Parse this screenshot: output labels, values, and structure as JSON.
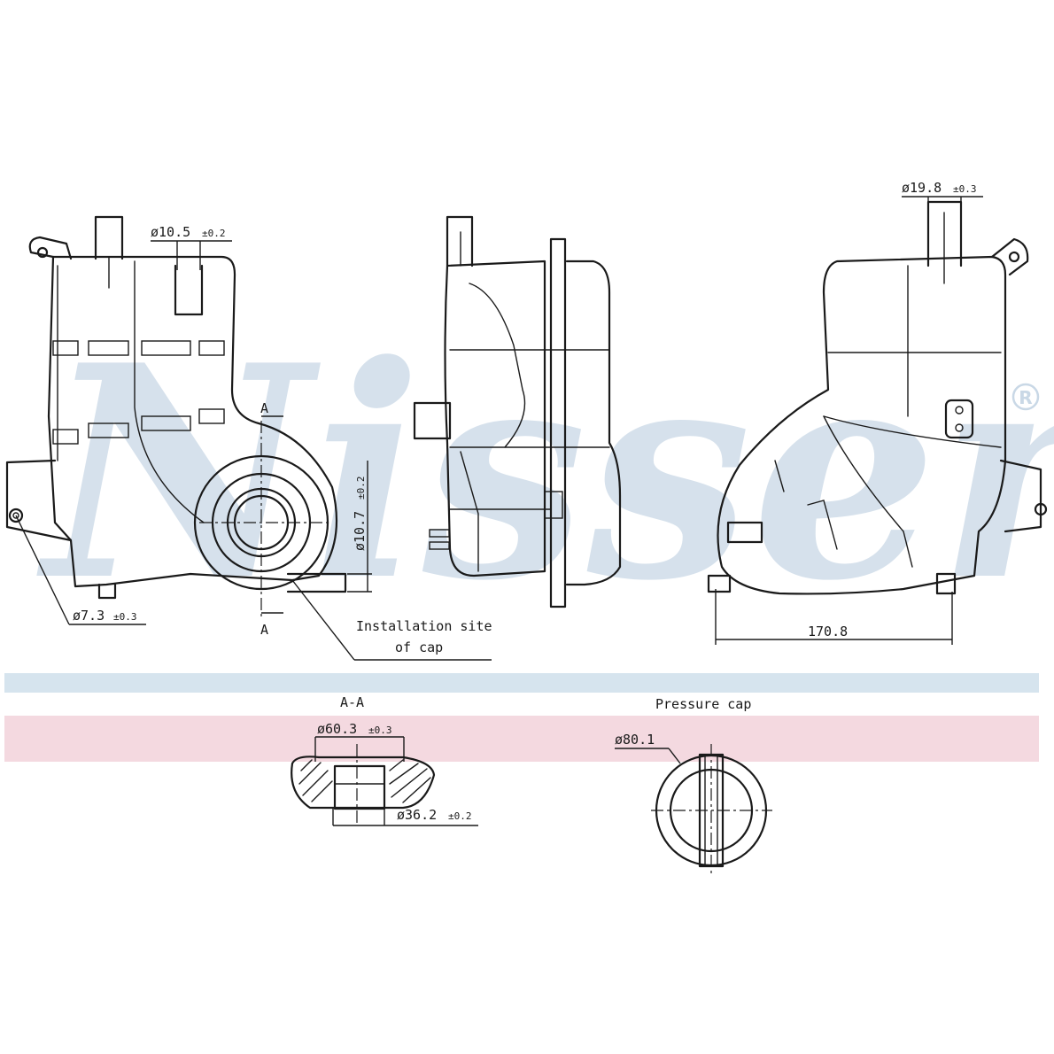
{
  "watermark": {
    "brand_text": "Nissens",
    "registered_mark": "®",
    "band_colors": {
      "blue": "#d6e4ee",
      "pink": "#f4d9e0",
      "logo": "#c9d8e6"
    }
  },
  "front_view": {
    "dim_inlet_pipe": "ø10.5",
    "dim_inlet_pipe_tol": "±0.2",
    "dim_mount_hole": "ø7.3",
    "dim_mount_hole_tol": "±0.3",
    "dim_outlet_pipe": "ø10.7",
    "dim_outlet_pipe_tol": "±0.2",
    "section_marker_top": "A",
    "section_marker_bottom": "A",
    "installation_label_line1": "Installation site",
    "installation_label_line2": "of cap"
  },
  "rear_view": {
    "dim_top_pipe": "ø19.8",
    "dim_top_pipe_tol": "±0.3",
    "dim_width": "170.8"
  },
  "section_aa": {
    "title": "A-A",
    "dim_outer": "ø60.3",
    "dim_outer_tol": "±0.3",
    "dim_inner": "ø36.2",
    "dim_inner_tol": "±0.2"
  },
  "pressure_cap": {
    "title": "Pressure cap",
    "dim_diameter": "ø80.1"
  }
}
